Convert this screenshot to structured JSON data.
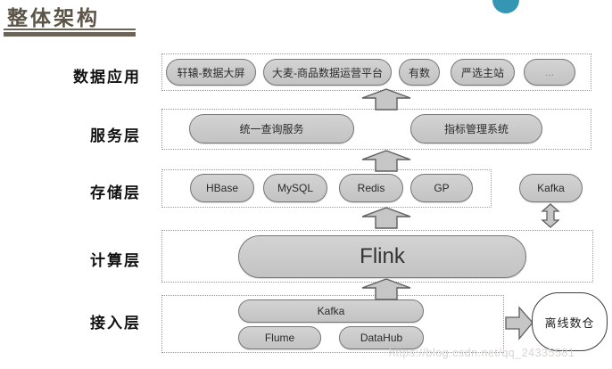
{
  "page": {
    "title": "整体架构",
    "watermark": "https://blog.csdn.net/qq_24335581"
  },
  "colors": {
    "accent_circle": "#3596b4",
    "title_rule": "#6b6357",
    "pill_fill": "#c9c9c9",
    "pill_border": "#767676",
    "arrow_fill": "#c6c6c6"
  },
  "icons": {
    "up_arrow": "up-arrow",
    "double_arrow": "double-vertical-arrow",
    "right_arrow": "right-arrow"
  },
  "diagram": {
    "layers": [
      {
        "label": "数据应用",
        "boxes": [
          "轩辕-数据大屏",
          "大麦-商品数据运营平台",
          "有数",
          "严选主站",
          "..."
        ]
      },
      {
        "label": "服务层",
        "boxes": [
          "统一查询服务",
          "指标管理系统"
        ]
      },
      {
        "label": "存储层",
        "boxes": [
          "HBase",
          "MySQL",
          "Redis",
          "GP"
        ],
        "side_box": "Kafka"
      },
      {
        "label": "计算层",
        "boxes": [
          "Flink"
        ]
      },
      {
        "label": "接入层",
        "boxes": [
          "Kafka",
          "Flume",
          "DataHub"
        ],
        "external": "离线数仓"
      }
    ]
  }
}
